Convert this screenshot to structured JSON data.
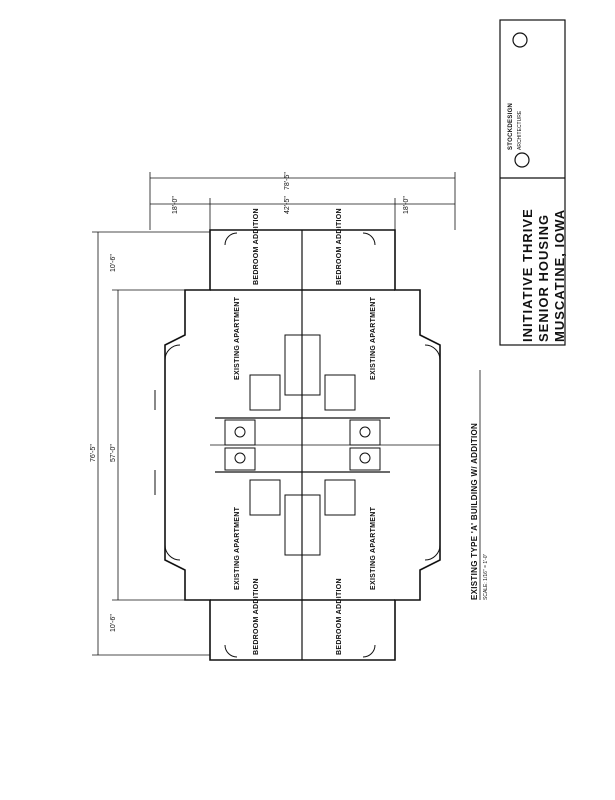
{
  "title_block": {
    "firm_name": "STOCKDESIGN",
    "firm_sub": "ARCHITECTURE",
    "project_line1": "INITIATIVE THRIVE",
    "project_line2": "SENIOR HOUSING",
    "project_line3": "MUSCATINE, IOWA"
  },
  "drawing": {
    "caption": "EXISTING TYPE 'A' BUILDING W/ ADDITION",
    "scale_note": "SCALE: 1/16\" = 1'-0\""
  },
  "rooms": {
    "bedroom_addition": "BEDROOM ADDITION",
    "existing_apartment": "EXISTING APARTMENT"
  },
  "dimensions": {
    "overall_width": "78'-5\"",
    "overall_length": "76'-5\"",
    "inner_length": "57'-0\"",
    "addition_depth": "10'-6\"",
    "wing_left": "18'-0\"",
    "wing_center": "42'-5\"",
    "wing_right": "18'-0\""
  }
}
